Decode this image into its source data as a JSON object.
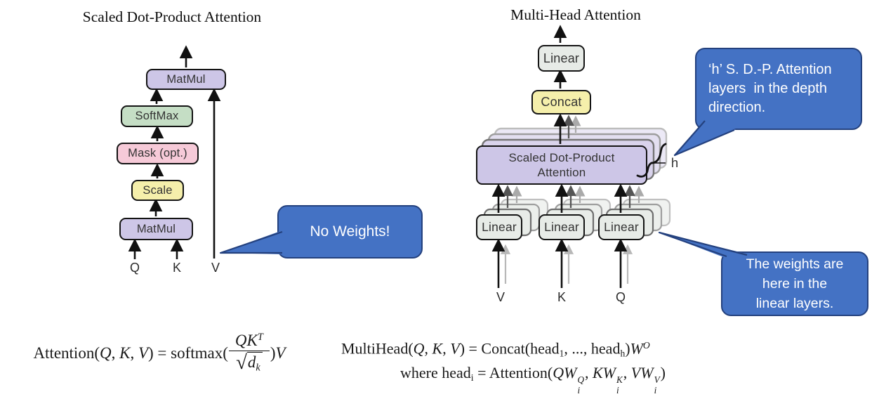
{
  "left": {
    "title": "Scaled Dot-Product Attention",
    "boxes": {
      "matmul_top": "MatMul",
      "softmax": "SoftMax",
      "mask": "Mask (opt.)",
      "scale": "Scale",
      "matmul_bottom": "MatMul"
    },
    "inputs": {
      "q": "Q",
      "k": "K",
      "v": "V"
    }
  },
  "right": {
    "title": "Multi-Head Attention",
    "boxes": {
      "linear_top": "Linear",
      "concat": "Concat",
      "sdpa_line1": "Scaled Dot-Product",
      "sdpa_line2": "Attention",
      "linear_v": "Linear",
      "linear_k": "Linear",
      "linear_q": "Linear"
    },
    "depth_label": "h",
    "inputs": {
      "v": "V",
      "k": "K",
      "q": "Q"
    }
  },
  "callouts": {
    "h_layers": {
      "line1": "‘h’ S. D.-P. Attention",
      "line2": "layers  in the depth",
      "line3": "direction."
    },
    "no_weights": {
      "text": "No Weights!"
    },
    "weights_here": {
      "line1": "The weights are",
      "line2": "here in the",
      "line3": "linear layers."
    }
  },
  "formulas": {
    "attention": {
      "fn": "Attention(",
      "q": "Q",
      "c1": ", ",
      "k": "K",
      "c2": ", ",
      "v": "V",
      "close_eq": ") = ",
      "softmax": "softmax(",
      "num_base": "QK",
      "num_sup": "T",
      "radical": "√",
      "den_base": "d",
      "den_sub": "k",
      "close": ")",
      "tail": "V"
    },
    "multihead": {
      "fn": "MultiHead(",
      "q": "Q",
      "c1": ", ",
      "k": "K",
      "c2": ", ",
      "v": "V",
      "close_eq": ") = ",
      "concat": "Concat(",
      "head1": "head",
      "sub1": "1",
      "dots": ", ..., ",
      "head2": "head",
      "subh": "h",
      "close": ")",
      "w": "W",
      "sup_o": "O"
    },
    "head_def": {
      "where": "where ",
      "head": "head",
      "sub_i": "i",
      "eq": " = ",
      "fn": "Attention(",
      "q": "Q",
      "w1": "W",
      "w1_sup": "Q",
      "w1_sub": "i",
      "c1": ", ",
      "k": "K",
      "w2": "W",
      "w2_sup": "K",
      "w2_sub": "i",
      "c2": ", ",
      "v": "V",
      "w3": "W",
      "w3_sup": "V",
      "w3_sub": "i",
      "close": ")"
    }
  },
  "colors": {
    "box_purple": "#CDC6E7",
    "box_green": "#C5DEC5",
    "box_pink": "#F6CAD8",
    "box_yellow": "#F5EFAB",
    "box_gray": "#E7EBE7",
    "callout_blue": "#4472C4",
    "callout_border": "#24417E",
    "callout_text": "#FFFFFF"
  }
}
